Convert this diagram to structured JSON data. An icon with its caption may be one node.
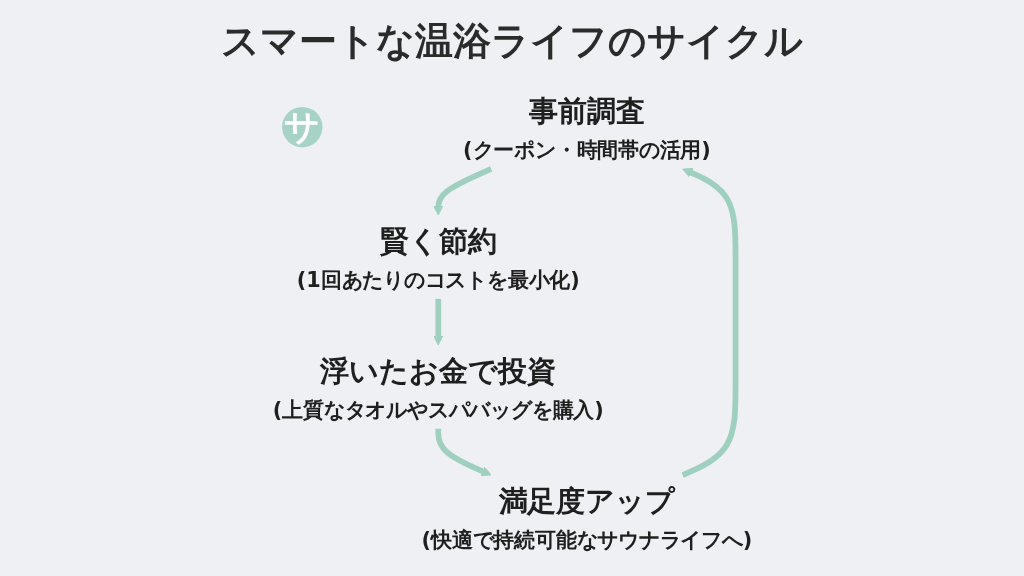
{
  "diagram": {
    "title": "スマートな温浴ライフのサイクル",
    "nodes": [
      {
        "text": [
          "サ"
        ]
      },
      {
        "text": [
          "事前調査",
          "(クーポン・時間帯の活用)"
        ]
      },
      {
        "text": [
          "賢く節約",
          "(1回あたりのコストを最小化)"
        ]
      },
      {
        "text": [
          "浮いたお金で投資",
          "(上質なタオルやスパバッグを購入)"
        ]
      },
      {
        "text": [
          "満足度アップ",
          "(快適で持続可能なサウナライフへ)"
        ]
      }
    ],
    "edges": [
      {
        "from": 1,
        "to": 2,
        "arrow": "to"
      },
      {
        "from": 2,
        "to": 3,
        "arrow": "to"
      },
      {
        "from": 3,
        "to": 4,
        "arrow": "to"
      },
      {
        "from": 4,
        "to": 1,
        "arrow": "to"
      }
    ]
  }
}
